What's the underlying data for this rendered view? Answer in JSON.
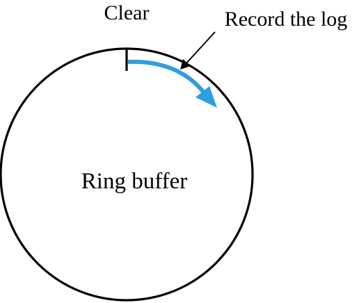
{
  "labels": {
    "clear": "Clear",
    "record": "Record the log",
    "center": "Ring buffer"
  },
  "colors": {
    "outline": "#000000",
    "arrow": "#2e9ee0",
    "background": "#ffffff"
  }
}
